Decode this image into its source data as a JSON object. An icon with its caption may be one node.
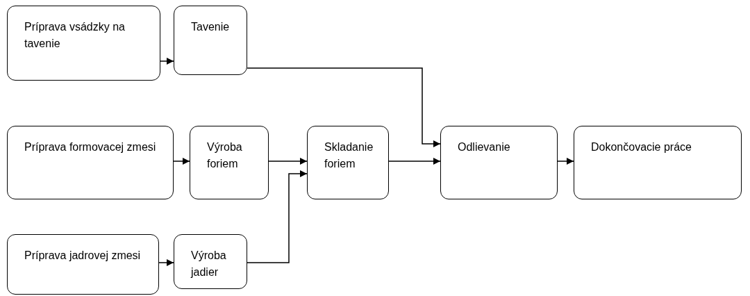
{
  "diagram": {
    "nodes": [
      {
        "text": [
          "Príprava vsádzky na tavenie"
        ]
      },
      {
        "text": [
          "Tavenie"
        ]
      },
      {
        "text": [
          "Príprava formovacej zmesi"
        ]
      },
      {
        "text": [
          "Výroba foriem"
        ]
      },
      {
        "text": [
          "Skladanie foriem"
        ]
      },
      {
        "text": [
          "Odlievanie"
        ]
      },
      {
        "text": [
          "Dokončovacie práce"
        ]
      },
      {
        "text": [
          "Príprava jadrovej zmesi"
        ]
      },
      {
        "text": [
          "Výroba jadier"
        ]
      }
    ],
    "edges": [
      {
        "from": 0,
        "to": 1,
        "arrow": "to"
      },
      {
        "from": 1,
        "to": 5,
        "arrow": "to"
      },
      {
        "from": 2,
        "to": 3,
        "arrow": "to"
      },
      {
        "from": 3,
        "to": 4,
        "arrow": "to"
      },
      {
        "from": 8,
        "to": 4,
        "arrow": "to"
      },
      {
        "from": 4,
        "to": 5,
        "arrow": "to"
      },
      {
        "from": 5,
        "to": 6,
        "arrow": "to"
      },
      {
        "from": 7,
        "to": 8,
        "arrow": "to"
      }
    ]
  }
}
